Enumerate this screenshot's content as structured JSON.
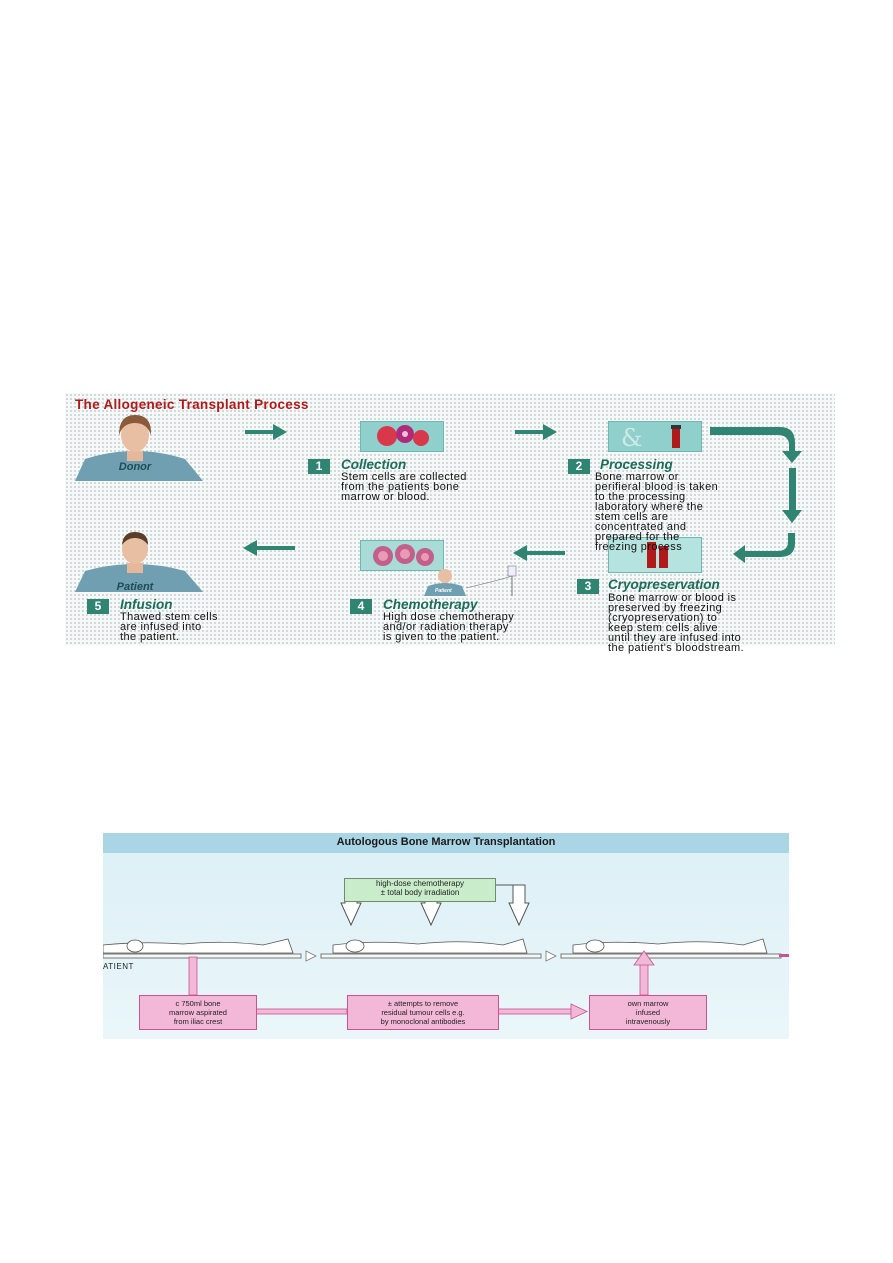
{
  "allogeneic": {
    "title": "The Allogeneic Transplant Process",
    "donor_label": "Donor",
    "patient_label": "Patient",
    "small_patient_label": "Patient",
    "steps": [
      {
        "number": "1",
        "title": "Collection",
        "lines": [
          "Stem cells are collected",
          "from the patients bone",
          "marrow or blood."
        ]
      },
      {
        "number": "2",
        "title": "Processing",
        "lines": [
          "Bone marrow or",
          "perifieral blood is taken",
          "to the processing",
          "laboratory where the",
          "stem cells are",
          "concentrated and",
          "prepared for the",
          "freezing process"
        ]
      },
      {
        "number": "3",
        "title": "Cryopreservation",
        "lines": [
          "Bone marrow or blood is",
          "preserved by freezing",
          "(cryopreservation) to",
          "keep stem cells alive",
          "until they are infused into",
          "the patient's bloodstream."
        ]
      },
      {
        "number": "4",
        "title": "Chemotherapy",
        "lines": [
          "High dose chemotherapy",
          "and/or radiation therapy",
          "is given to the patient."
        ]
      },
      {
        "number": "5",
        "title": "Infusion",
        "lines": [
          "Thawed stem cells",
          "are infused into",
          "the patient."
        ]
      }
    ]
  },
  "autologous": {
    "title": "Autologous Bone Marrow Transplantation",
    "patient_label": "ATIENT",
    "chemo_lines": [
      "high-dose chemotherapy",
      "± total body irradiation"
    ],
    "box1_lines": [
      "c 750ml bone",
      "marrow aspirated",
      "from iliac crest"
    ],
    "box2_lines": [
      "± attempts to remove",
      "residual tumour cells e.g.",
      "by monoclonal antibodies"
    ],
    "box3_lines": [
      "own marrow",
      "infused",
      "intravenously"
    ]
  },
  "colors": {
    "teal": "#2f8472",
    "title_red": "#b01a1a",
    "pink": "#f3b7d7",
    "magenta": "#c4558f",
    "green_box": "#c9eccb"
  }
}
